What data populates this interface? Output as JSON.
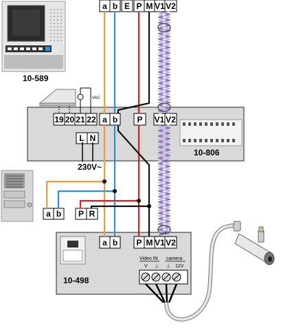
{
  "devices": {
    "monitor": {
      "label": "10-589"
    },
    "controller": {
      "label": "10-806"
    },
    "camera_module": {
      "label": "10-498"
    }
  },
  "bus_terminals": [
    "a",
    "b",
    "E",
    "P",
    "M",
    "V1",
    "V2"
  ],
  "controller_terminals": [
    "19",
    "20",
    "21",
    "22",
    "a",
    "b",
    "P",
    "V1",
    "V2"
  ],
  "power_terminals": [
    "L",
    "N"
  ],
  "power_label": "230V~",
  "vac_label": "VAC",
  "panel_terminals": [
    "a",
    "b",
    "P",
    "R"
  ],
  "module_terminals": [
    "a",
    "b",
    "P",
    "M",
    "V1",
    "V2"
  ],
  "module_labels": {
    "video_in": "Video IN",
    "camera": "camera",
    "v": "V",
    "gnd1": "⊥",
    "gnd2": "⊥",
    "v12": "12V"
  },
  "colors": {
    "orange": "#f39c3c",
    "blue": "#2f8fd6",
    "red": "#e02020",
    "black": "#111111",
    "twisted_purple": "#8c72b8",
    "box_gray": "#d9d9d9"
  }
}
